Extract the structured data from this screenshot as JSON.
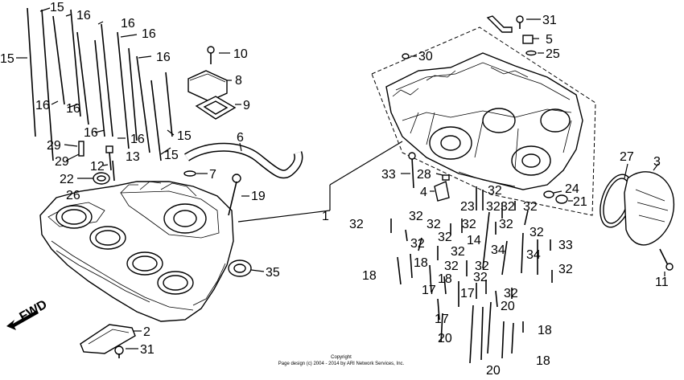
{
  "labels": {
    "l1": "1",
    "l2": "2",
    "l3": "3",
    "l4": "4",
    "l5": "5",
    "l6": "6",
    "l7": "7",
    "l8": "8",
    "l9": "9",
    "l10": "10",
    "l11": "11",
    "l12": "12",
    "l13": "13",
    "l14": "14",
    "l15": "15",
    "l16": "16",
    "l17": "17",
    "l18": "18",
    "l19": "19",
    "l20": "20",
    "l21": "21",
    "l22": "22",
    "l23": "23",
    "l24": "24",
    "l25": "25",
    "l26": "26",
    "l27": "27",
    "l28": "28",
    "l29": "29",
    "l30": "30",
    "l31": "31",
    "l32": "32",
    "l33": "33",
    "l34": "34",
    "l35": "35"
  },
  "fwd": "FWD",
  "copyright": {
    "line1": "Copyright",
    "line2": "Page design (c) 2004 - 2014 by ARI Network Services, Inc."
  }
}
